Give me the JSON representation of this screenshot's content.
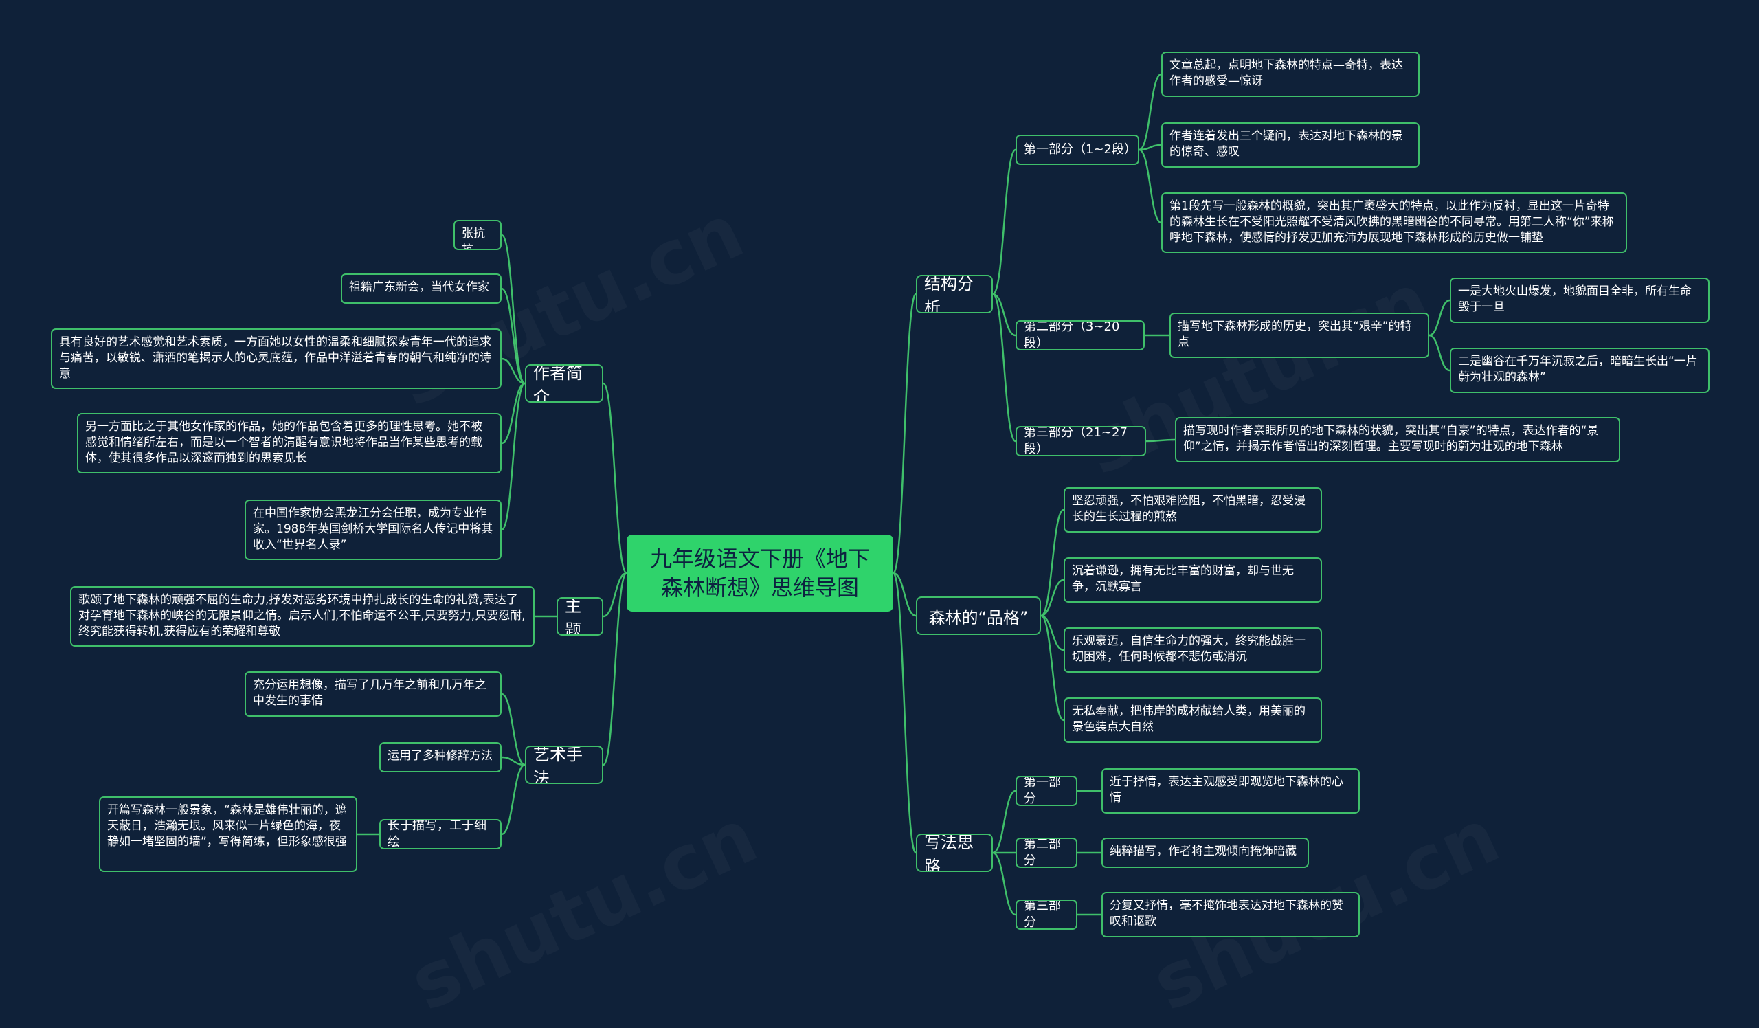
{
  "colors": {
    "background": "#0f2139",
    "accent": "#3fbf6a",
    "root_fill": "#2fd36b",
    "root_text": "#0d2240",
    "text": "#ffffff"
  },
  "root": {
    "label": "九年级语文下册《地下森林断想》思维导图"
  },
  "right": {
    "structure": {
      "label": "结构分析",
      "part1": {
        "label": "第一部分（1~2段）",
        "items": [
          "文章总起，点明地下森林的特点—奇特，表达作者的感受—惊讶",
          "作者连着发出三个疑问，表达对地下森林的景的惊奇、感叹",
          "第1段先写一般森林的概貌，突出其广袤盛大的特点，以此作为反衬，显出这一片奇特的森林生长在不受阳光照耀不受清风吹拂的黑暗幽谷的不同寻常。用第二人称“你”来称呼地下森林，使感情的抒发更加充沛为展现地下森林形成的历史做一铺垫"
        ]
      },
      "part2": {
        "label": "第二部分（3~20段）",
        "desc": "描写地下森林形成的历史，突出其“艰辛”的特点",
        "items": [
          "一是大地火山爆发，地貌面目全非，所有生命毁于一旦",
          "二是幽谷在千万年沉寂之后，暗暗生长出“一片蔚为壮观的森林”"
        ]
      },
      "part3": {
        "label": "第三部分（21~27段）",
        "desc": "描写现时作者亲眼所见的地下森林的状貌，突出其“自豪”的特点，表达作者的“景仰”之情，并揭示作者悟出的深刻哲理。主要写现时的蔚为壮观的地下森林"
      }
    },
    "character": {
      "label": "森林的“品格”",
      "items": [
        "坚忍顽强，不怕艰难险阻，不怕黑暗，忍受漫长的生长过程的煎熬",
        "沉着谦逊，拥有无比丰富的财富，却与世无争，沉默寡言",
        "乐观豪迈，自信生命力的强大，终究能战胜一切困难，任何时候都不悲伤或消沉",
        "无私奉献，把伟岸的成材献给人类，用美丽的景色装点大自然"
      ]
    },
    "writing": {
      "label": "写法思路",
      "parts": [
        {
          "label": "第一部分",
          "desc": "近于抒情，表达主观感受即观览地下森林的心情"
        },
        {
          "label": "第二部分",
          "desc": "纯粹描写，作者将主观倾向掩饰暗藏"
        },
        {
          "label": "第三部分",
          "desc": "分复又抒情，毫不掩饰地表达对地下森林的赞叹和讴歌"
        }
      ]
    }
  },
  "left": {
    "author": {
      "label": "作者简介",
      "items": [
        "张抗抗",
        "祖籍广东新会，当代女作家",
        "具有良好的艺术感觉和艺术素质，一方面她以女性的温柔和细腻探索青年一代的追求与痛苦，以敏锐、潇洒的笔揭示人的心灵底蕴，作品中洋溢着青春的朝气和纯净的诗意",
        "另一方面比之于其他女作家的作品，她的作品包含着更多的理性思考。她不被感觉和情绪所左右，而是以一个智者的清醒有意识地将作品当作某些思考的载体，使其很多作品以深邃而独到的思索见长",
        "在中国作家协会黑龙江分会任职，成为专业作家。1988年英国剑桥大学国际名人传记中将其收入“世界名人录”"
      ]
    },
    "theme": {
      "label": "主题",
      "desc": "歌颂了地下森林的顽强不屈的生命力,抒发对恶劣环境中挣扎成长的生命的礼赞,表达了对孕育地下森林的峡谷的无限景仰之情。启示人们,不怕命运不公平,只要努力,只要忍耐,终究能获得转机,获得应有的荣耀和尊敬"
    },
    "art": {
      "label": "艺术手法",
      "items": [
        "充分运用想像，描写了几万年之前和几万年之中发生的事情",
        "运用了多种修辞方法"
      ],
      "sub": {
        "label": "长于描写，工于细绘",
        "desc": "开篇写森林一般景象，“森林是雄伟壮丽的，遮天蔽日，浩瀚无垠。风来似一片绿色的海，夜静如一堵坚固的墙”，写得简练，但形象感很强"
      }
    }
  }
}
